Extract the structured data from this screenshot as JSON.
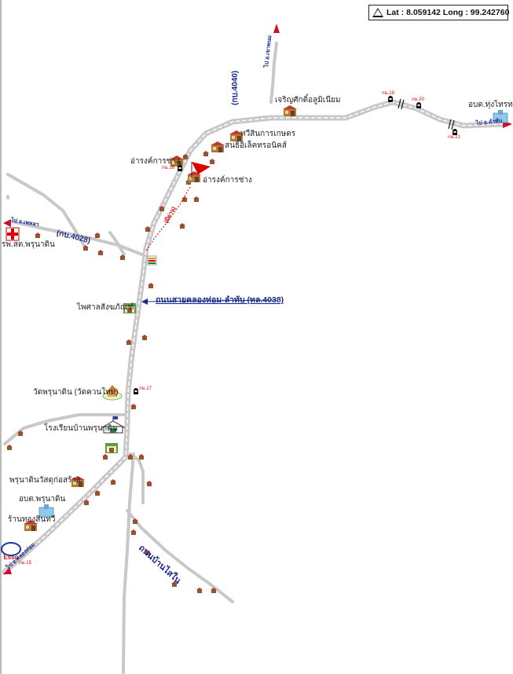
{
  "coordinates": {
    "text": "Lat : 8.059142   Long : 99.242760"
  },
  "roads": {
    "main_4038": "ถนนสายคลองท่อม-ลำทับ (ทล.4038)",
    "road_4028": "(กบ.4028)",
    "road_4040": "(กบ.4040)",
    "road_sai_nai": "ถนนบ้านไสใน",
    "checkpoint": "(มีด่าน)"
  },
  "directions": {
    "to_phetchaburi": "ไป อ.เพหลา",
    "to_lamthap": "ไป อ.ลำทับ",
    "to_khlongthom": "ไป อ.คลองท่อม",
    "to_north": "ไป อ.เขาพนม"
  },
  "places": {
    "hospital": "รพ.สต.พรุนาดิน",
    "market": "ไพศาลสังฆภัณฑ์",
    "temple": "วัดพรุนาดิน (วัดควนใหม่)",
    "school": "โรงเรียนบ้านพรุนาดิน",
    "construction": "พรุนาดินวัสดุก่อสร้าง",
    "sao_prunadin": "อบต.พรุนาดิน",
    "gold_shop": "ร้านทองสินทวี",
    "aluminium": "เจริญศักดิ์อลูมิเนียม",
    "agri": "ทวีสินการเกษตร",
    "electronics": "สนธิอิเล็คทรอนิคส์",
    "mechanic_1": "อ่ารงค์การช่าง",
    "mechanic_2": "อ่ารงค์การช่าง",
    "sao_thungsai": "อบต.ทุ่งไทรทอง",
    "esso": "Esso"
  },
  "km_markers": {
    "km15": "กม.15",
    "km16": "กม.16",
    "km17": "กม.17",
    "km19": "กม.19",
    "km20": "กม.20",
    "km21": "กม.21"
  },
  "colors": {
    "road": "#c8c8c8",
    "road_dash": "#ffffff",
    "arrow": "#c8102e",
    "label_blue": "#1a2a8c",
    "house": "#8b5a2b",
    "roof": "#c0392b"
  }
}
